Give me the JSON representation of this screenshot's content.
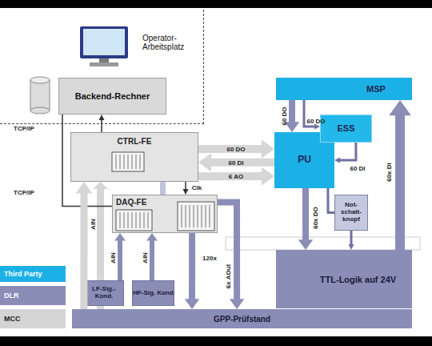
{
  "diagram": {
    "nodes": [
      {
        "text": [
          "Operator- Arbeitsplatz"
        ]
      },
      {
        "text": [
          "Backend-Rechner"
        ],
        "in": 0
      },
      {
        "text": [
          "CTRL-FE"
        ]
      },
      {
        "text": [
          "DAQ-FE"
        ]
      },
      {
        "text": [
          "PU"
        ]
      },
      {
        "text": [
          "MSP"
        ]
      },
      {
        "text": [
          "ESS"
        ]
      },
      {
        "text": [
          "Not- schalt- knopf"
        ]
      },
      {
        "text": [
          "LF-Sig.- Kond."
        ]
      },
      {
        "text": [
          "HF-Sig. Kond"
        ]
      },
      {
        "text": [
          "TTL-Logik auf 24V"
        ]
      },
      {
        "text": [
          "GPP-Prüfstand"
        ]
      }
    ],
    "edges": [
      {
        "from": 2,
        "to": 1,
        "arrow": "to"
      },
      {
        "from": 3,
        "to": 1,
        "arrow": "none"
      },
      {
        "from": 2,
        "to": 4,
        "label": "60 DO",
        "arrow": "to"
      },
      {
        "from": 4,
        "to": 2,
        "label": "60 DI",
        "arrow": "to"
      },
      {
        "from": 2,
        "to": 4,
        "label": "6 AO",
        "arrow": "to"
      },
      {
        "from": 5,
        "to": 4,
        "label": "60 DO",
        "arrow": "to"
      },
      {
        "from": 5,
        "to": 6,
        "label": "60 DO",
        "arrow": "to"
      },
      {
        "from": 6,
        "to": 4,
        "label": "60 DI",
        "arrow": "to"
      },
      {
        "from": 4,
        "to": 10,
        "label": "60x DO",
        "arrow": "to"
      },
      {
        "from": 10,
        "to": 5,
        "label": "60x DI",
        "arrow": "to"
      },
      {
        "from": 4,
        "to": 7,
        "arrow": "none"
      },
      {
        "from": 7,
        "to": 10,
        "arrow": "to"
      },
      {
        "from": 8,
        "to": 3,
        "label": "AIN",
        "arrow": "to"
      },
      {
        "from": 9,
        "to": 3,
        "label": "AIN",
        "arrow": "to"
      },
      {
        "from": 11,
        "to": 2,
        "label": "AIN",
        "arrow": "to"
      },
      {
        "from": 2,
        "to": 3,
        "label": "Clk",
        "arrow": "to"
      },
      {
        "from": 3,
        "to": 11,
        "label": "120x",
        "arrow": "to"
      },
      {
        "from": 3,
        "to": 11,
        "label": "6x AOut",
        "arrow": "to"
      }
    ],
    "labels": [
      "TCP/IP",
      "TCP/IP"
    ],
    "legend": [
      {
        "text": "Third Party",
        "color": "#1cb1e6"
      },
      {
        "text": "DLR",
        "color": "#8a8db6"
      },
      {
        "text": "MCC",
        "color": "#d4d4d4"
      }
    ]
  }
}
